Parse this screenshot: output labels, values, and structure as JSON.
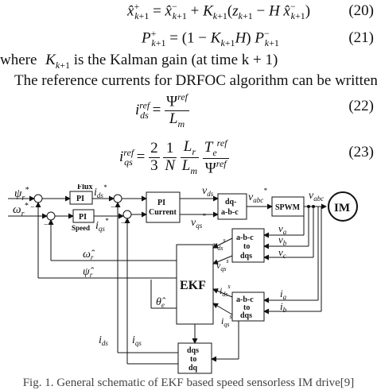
{
  "equations": {
    "eq20": {
      "number": "(20)"
    },
    "eq21": {
      "number": "(21)"
    },
    "eq22": {
      "number": "(22)"
    },
    "eq23": {
      "number": "(23)"
    }
  },
  "text": {
    "where_prefix": "where",
    "where_suffix": "is the Kalman gain (at time k + 1)",
    "reference_line": "The reference currents for DRFOC algorithm can be written as"
  },
  "diagram": {
    "blocks": {
      "flux_pi_top": "Flux",
      "flux_pi": "PI",
      "speed_pi": "PI",
      "speed_pi_bottom": "Speed",
      "pi_current_1": "PI",
      "pi_current_2": "Current",
      "dq_abc_1": "dq-",
      "dq_abc_2": "a-b-c",
      "spwm": "SPWM",
      "motor": "IM",
      "ekf": "EKF",
      "abc_dq_top_1": "a-b-c",
      "abc_dq_top_2": "to",
      "abc_dq_top_3": "dqs",
      "abc_dq_bot_1": "a-b-c",
      "abc_dq_bot_2": "to",
      "abc_dq_bot_3": "dqs",
      "dqs_dq_1": "dqs",
      "dqs_dq_2": "to",
      "dqs_dq_3": "dq"
    }
  },
  "caption": "Fig. 1. General schematic of EKF based speed sensorless IM drive[9]"
}
